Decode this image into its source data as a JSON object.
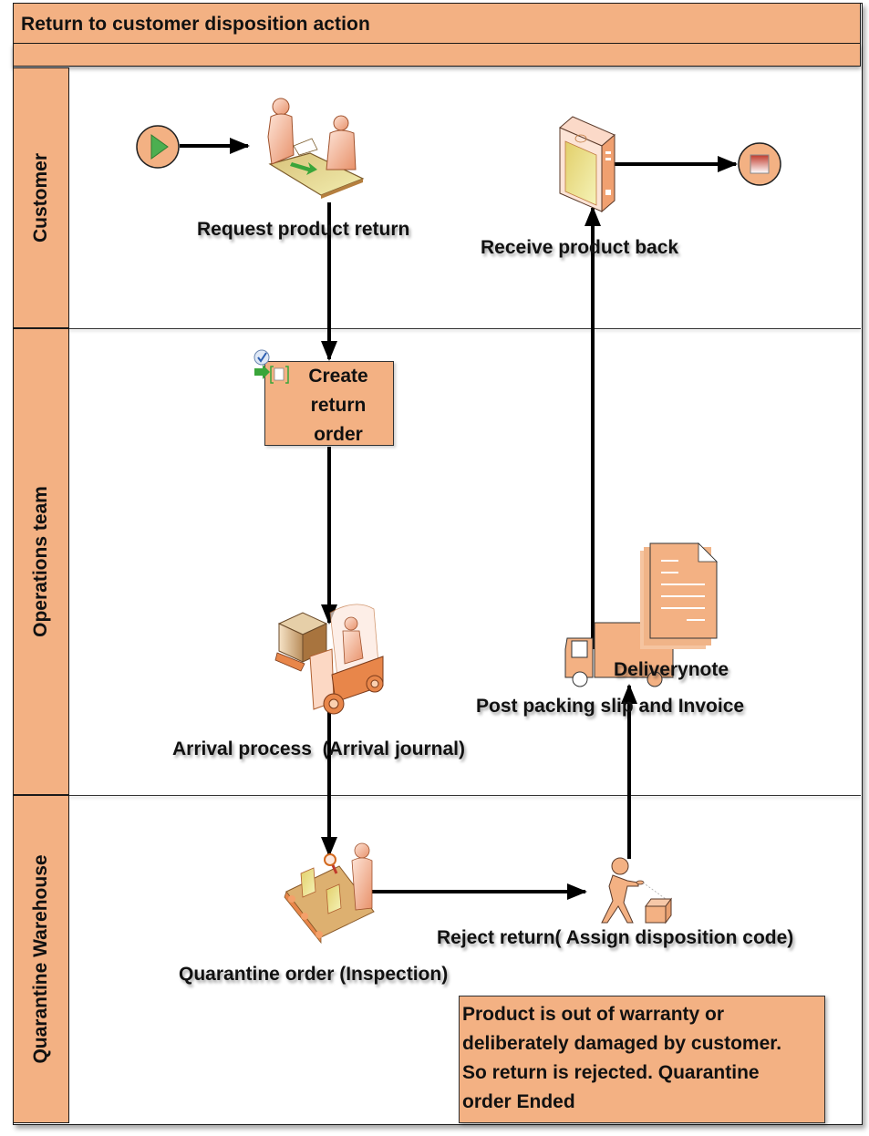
{
  "diagram": {
    "title": "Return to customer disposition action",
    "type": "swimlane-process",
    "colors": {
      "lane_fill": "#f3b183",
      "border": "#1a1a1a",
      "arrow": "#000000",
      "start_green": "#4caf50",
      "end_red": "#c0392b"
    }
  },
  "lanes": [
    {
      "id": "customer",
      "label": "Customer"
    },
    {
      "id": "operations",
      "label": "Operations team"
    },
    {
      "id": "quarantine",
      "label": "Quarantine Warehouse"
    }
  ],
  "nodes": {
    "start": {
      "label": "",
      "icon": "start-event-icon",
      "lane": "customer"
    },
    "request_return": {
      "label": "Request product return",
      "icon": "people-exchange-document-icon",
      "lane": "customer"
    },
    "receive_back": {
      "label": "Receive product back",
      "icon": "product-box-icon",
      "lane": "customer"
    },
    "end": {
      "label": "",
      "icon": "end-event-icon",
      "lane": "customer"
    },
    "create_return_order": {
      "label_lines": [
        "Create",
        "return",
        "order"
      ],
      "icon": "task-document-icon",
      "lane": "operations"
    },
    "arrival_process": {
      "label": "Arrival process  (Arrival journal)",
      "icon": "forklift-icon",
      "lane": "operations"
    },
    "post_packing": {
      "label": "Post packing slip and Invoice",
      "sub_label": "Deliverynote",
      "icon": "delivery-truck-document-icon",
      "lane": "operations"
    },
    "quarantine_order": {
      "label": "Quarantine order (Inspection)",
      "icon": "inspection-conveyor-icon",
      "lane": "quarantine"
    },
    "reject_return": {
      "label": "Reject return( Assign disposition code)",
      "icon": "person-inspecting-box-icon",
      "lane": "quarantine"
    }
  },
  "note": {
    "lines": [
      "Product is out of warranty or",
      "deliberately damaged by customer.",
      "So return is rejected. Quarantine",
      "order Ended"
    ]
  },
  "edges": [
    {
      "from": "start",
      "to": "request_return"
    },
    {
      "from": "request_return",
      "to": "create_return_order"
    },
    {
      "from": "create_return_order",
      "to": "arrival_process"
    },
    {
      "from": "arrival_process",
      "to": "quarantine_order"
    },
    {
      "from": "quarantine_order",
      "to": "reject_return"
    },
    {
      "from": "reject_return",
      "to": "post_packing"
    },
    {
      "from": "post_packing",
      "to": "receive_back"
    },
    {
      "from": "receive_back",
      "to": "end"
    }
  ]
}
